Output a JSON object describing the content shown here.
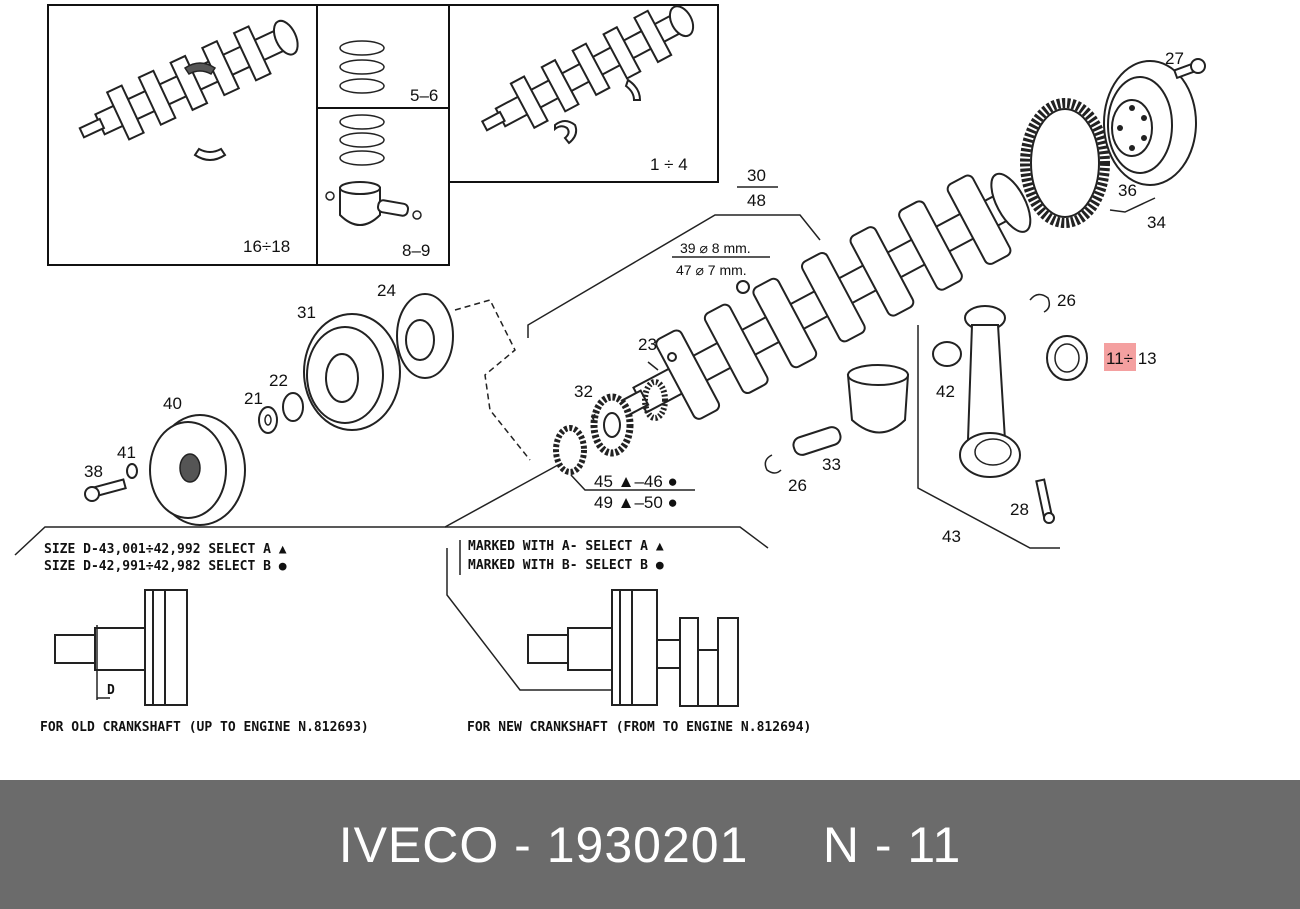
{
  "inset_labels": {
    "a": "16÷18",
    "b": "5–6",
    "c": "8–9",
    "d": "1 ÷ 4"
  },
  "callouts": {
    "n30": "30",
    "n48": "48",
    "n39": "39 ⌀ 8 mm.",
    "n47": "47 ⌀ 7 mm.",
    "n27": "27",
    "n36": "36",
    "n34": "34",
    "n24": "24",
    "n31": "31",
    "n23": "23",
    "n32": "32",
    "n26a": "26",
    "n26b": "26",
    "n42": "42",
    "n11": "11÷ 13",
    "n21": "21",
    "n22": "22",
    "n40": "40",
    "n41": "41",
    "n38": "38",
    "n33": "33",
    "n28": "28",
    "n43": "43",
    "n45": "45 ▲–46 ●",
    "n49": "49 ▲–50 ●"
  },
  "notes": {
    "size_a": "SIZE D-43,001÷42,992 SELECT A ▲",
    "size_b": "SIZE D-42,991÷42,982 SELECT B ●",
    "marked_a": "MARKED WITH A- SELECT A ▲",
    "marked_b": "MARKED WITH B- SELECT B ●",
    "d_label": "D",
    "old_caption": "FOR OLD CRANKSHAFT (UP TO ENGINE N.812693)",
    "new_caption": "FOR NEW CRANKSHAFT (FROM TO ENGINE N.812694)"
  },
  "footer": {
    "brand": "IVECO",
    "sep1": " - ",
    "part_number": "1930201",
    "gap": "     ",
    "position": "N",
    "sep2": " - ",
    "position_number": "11"
  },
  "colors": {
    "highlight": "#f4a0a0",
    "footer_bg": "#6b6b6b"
  }
}
